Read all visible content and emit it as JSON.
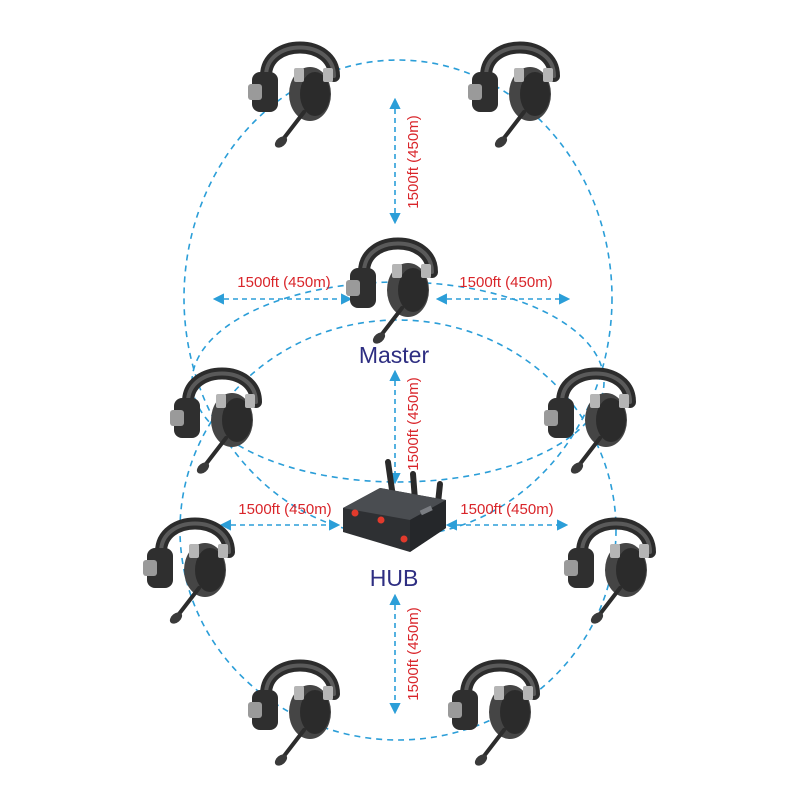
{
  "labels": {
    "master": "Master",
    "hub": "HUB",
    "top_vertical": "1500ft (450m)",
    "master_left": "1500ft (450m)",
    "master_right": "1500ft (450m)",
    "middle_vertical": "1500ft (450m)",
    "hub_left": "1500ft (450m)",
    "hub_right": "1500ft (450m)",
    "bottom_vertical": "1500ft (450m)"
  },
  "colors": {
    "ring": "#2b9ed8",
    "distance_text": "#d9252a",
    "role_text": "#2e2e82",
    "headset": "#3a3a3a",
    "hub_body": "#3d3f42",
    "hub_led": "#e23a2c"
  },
  "icons": {
    "headset": "headset-icon",
    "hub": "wireless-hub-icon"
  }
}
